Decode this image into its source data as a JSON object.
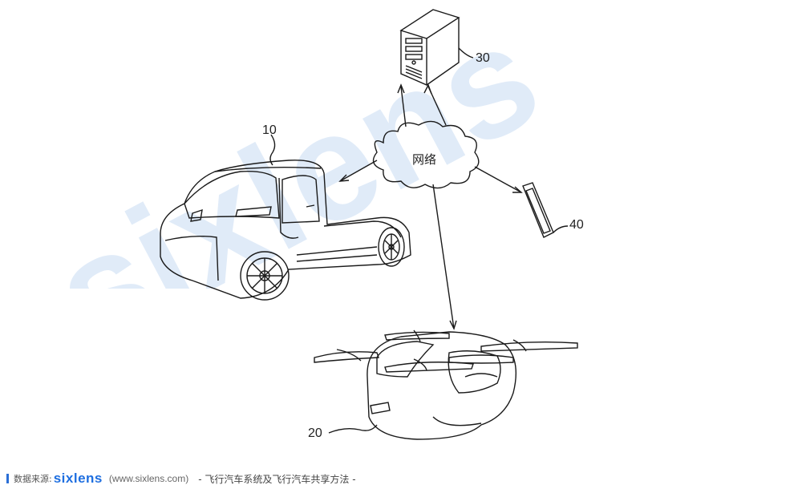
{
  "labels": {
    "car": "10",
    "flying_car": "20",
    "server": "30",
    "terminal": "40"
  },
  "network_label": "网络",
  "watermark_text": "sixlens",
  "footer": {
    "source_label": "数据来源:",
    "brand": "sixlens",
    "url": "(www.sixlens.com)",
    "title": "- 飞行汽车系统及飞行汽车共享方法 -"
  },
  "colors": {
    "line": "#1a1a1a",
    "watermark": "#dbe8f7",
    "brand": "#1f6fe0"
  }
}
